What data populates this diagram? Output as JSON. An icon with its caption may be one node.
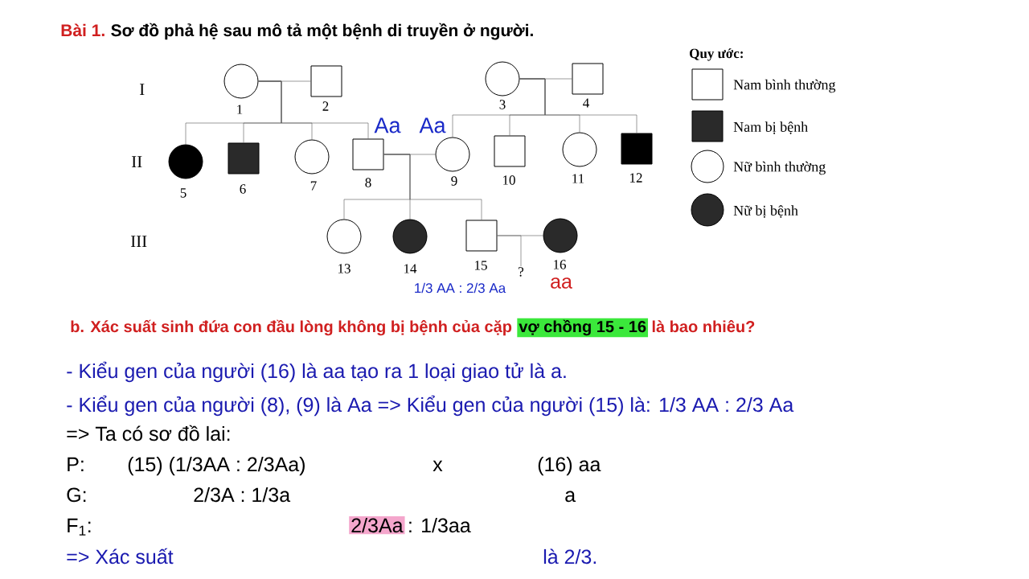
{
  "diagram": {
    "title": "Sơ đồ phả hệ sau mô tả một bệnh di truyền ở người.",
    "nodes": [
      {
        "text": [],
        "shape": "circle",
        "beside": [
          "1"
        ]
      },
      {
        "text": [],
        "shape": "box",
        "beside": [
          "2"
        ]
      },
      {
        "text": [],
        "shape": "circle",
        "beside": [
          "3"
        ]
      },
      {
        "text": [],
        "shape": "box",
        "beside": [
          "4"
        ]
      },
      {
        "text": [],
        "shape": "circle",
        "beside": [
          "5"
        ]
      },
      {
        "text": [],
        "shape": "box",
        "beside": [
          "6"
        ]
      },
      {
        "text": [],
        "shape": "circle",
        "beside": [
          "7"
        ]
      },
      {
        "text": [],
        "shape": "box",
        "beside": [
          "8",
          "Aa"
        ]
      },
      {
        "text": [],
        "shape": "circle",
        "beside": [
          "Aa",
          "9"
        ]
      },
      {
        "text": [],
        "shape": "box",
        "beside": [
          "10"
        ]
      },
      {
        "text": [],
        "shape": "circle",
        "beside": [
          "11"
        ]
      },
      {
        "text": [],
        "shape": "box",
        "beside": [
          "12"
        ]
      },
      {
        "text": [],
        "shape": "circle",
        "beside": [
          "13"
        ]
      },
      {
        "text": [],
        "shape": "circle",
        "beside": [
          "14"
        ]
      },
      {
        "text": [],
        "shape": "box",
        "beside": [
          "15",
          "1/3 AA : 2/3 Aa"
        ]
      },
      {
        "text": [],
        "shape": "circle",
        "beside": [
          "16",
          "aa"
        ]
      },
      {
        "text": [
          "?"
        ]
      }
    ],
    "edges": [
      {
        "from": 0,
        "to": 1,
        "arrow": "none"
      },
      {
        "from": 0,
        "to": 4,
        "arrow": "none"
      },
      {
        "from": 0,
        "to": 5,
        "arrow": "none"
      },
      {
        "from": 0,
        "to": 6,
        "arrow": "none"
      },
      {
        "from": 0,
        "to": 7,
        "arrow": "none"
      },
      {
        "from": 2,
        "to": 3,
        "arrow": "none"
      },
      {
        "from": 2,
        "to": 8,
        "arrow": "none"
      },
      {
        "from": 2,
        "to": 9,
        "arrow": "none"
      },
      {
        "from": 2,
        "to": 10,
        "arrow": "none"
      },
      {
        "from": 2,
        "to": 11,
        "arrow": "none"
      },
      {
        "from": 7,
        "to": 8,
        "arrow": "none"
      },
      {
        "from": 7,
        "to": 12,
        "arrow": "none"
      },
      {
        "from": 7,
        "to": 13,
        "arrow": "none"
      },
      {
        "from": 7,
        "to": 14,
        "arrow": "none"
      },
      {
        "from": 14,
        "to": 15,
        "arrow": "none"
      },
      {
        "from": 14,
        "to": 16,
        "arrow": "none"
      }
    ],
    "labels": [
      "Bài 1.",
      "I",
      "II",
      "III",
      "Quy ước:",
      "b. Xác suất sinh đứa con đầu lòng không bị bệnh của cặp",
      "vợ chồng 15 - 16",
      "là bao nhiêu?",
      "- Kiểu gen của người (16) là aa tạo ra 1 loại giao tử là a.",
      "- Kiểu gen của người (8), (9) là Aa => Kiểu gen của người (15) là: 1/3 AA : 2/3 Aa",
      "=> Ta có sơ đồ lai:",
      "P:",
      "(15) (1/3AA : 2/3Aa)",
      "x",
      "(16) aa",
      "G:",
      "2/3A : 1/3a",
      "a",
      "F$_{1}$:",
      "2/3Aa",
      ": 1/3aa",
      "=> Xác suất",
      "là 2/3."
    ],
    "legend": [
      {
        "text": "Nam bình thường"
      },
      {
        "text": "Nam bị bệnh"
      },
      {
        "text": "Nữ bình thường"
      },
      {
        "text": "Nữ bị bệnh"
      }
    ]
  }
}
